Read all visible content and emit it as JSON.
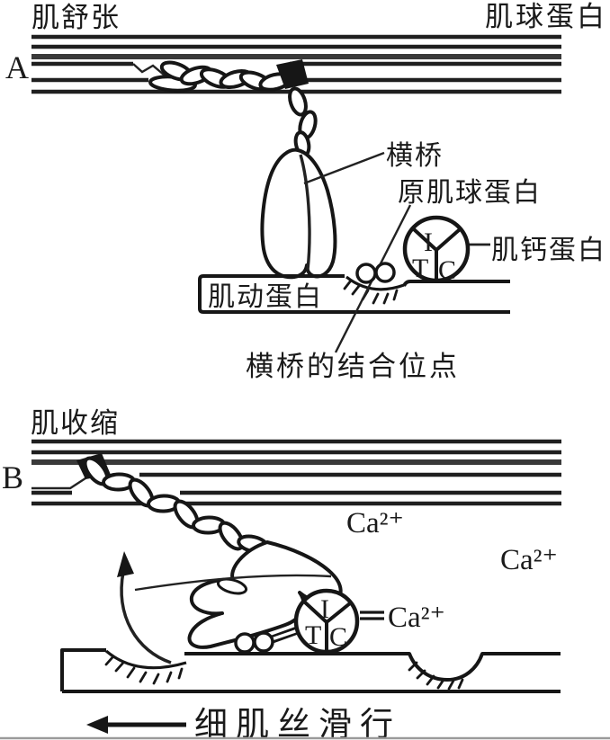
{
  "colors": {
    "ink": "#1a1a1a",
    "paper": "#ffffff"
  },
  "panel_a": {
    "index_label": "A",
    "state_label": "肌舒张",
    "myosin_label": "肌球蛋白",
    "cross_bridge_label": "横桥",
    "tropomyosin_label": "原肌球蛋白",
    "troponin_label": "肌钙蛋白",
    "actin_label": "肌动蛋白",
    "binding_site_label": "横桥的结合位点",
    "troponin_subunits": {
      "i": "I",
      "t": "T",
      "c": "C"
    }
  },
  "panel_b": {
    "index_label": "B",
    "state_label": "肌收缩",
    "ca_labels": [
      "Ca²⁺",
      "Ca²⁺",
      "Ca²⁺"
    ],
    "troponin_subunits": {
      "i": "I",
      "t": "T",
      "c": "C"
    },
    "sliding_label": "细肌丝滑行"
  }
}
